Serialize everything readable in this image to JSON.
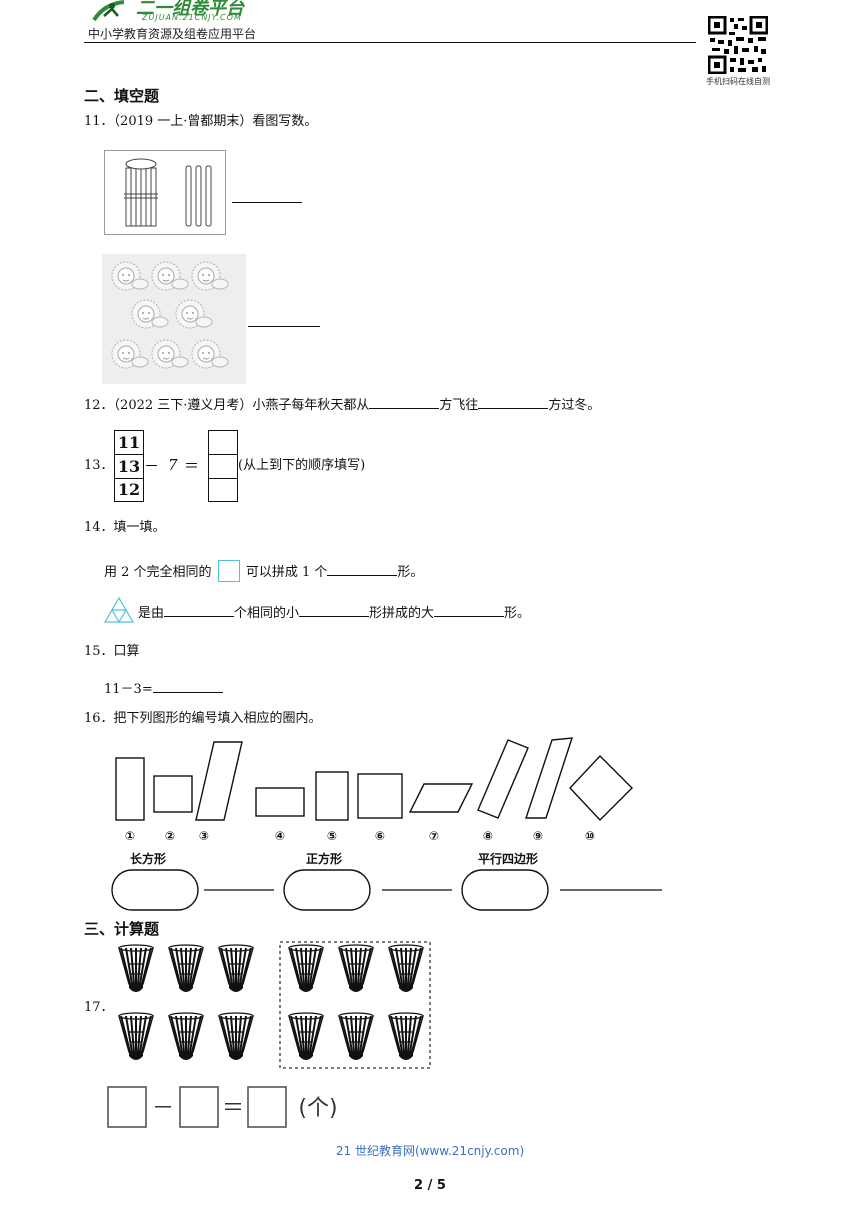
{
  "header": {
    "logo_brand": "二一组卷平台",
    "logo_url": "ZUJUAN.21CNJY.COM",
    "subtitle": "中小学教育资源及组卷应用平台",
    "qr_caption": "手机扫码在线自测"
  },
  "section2": {
    "title": "二、填空题",
    "q11": {
      "number": "11．",
      "text": "（2019 一上·曾都期末）看图写数。"
    },
    "q12": {
      "number": "12．",
      "part1": "（2022 三下·遵义月考）小燕子每年秋天都从",
      "part2": "方飞往",
      "part3": "方过冬。"
    },
    "q13": {
      "number": "13．",
      "cards": [
        "11",
        "13",
        "12"
      ],
      "operator": "－",
      "operand": "7",
      "equals": "＝",
      "note": "(从上到下的顺序填写)"
    },
    "q14": {
      "number": "14．",
      "text": "填一填。",
      "line1_a": "用 2 个完全相同的",
      "line1_b": "可以拼成 1 个",
      "line1_c": "形。",
      "line2_a": "是由",
      "line2_b": "个相同的小",
      "line2_c": "形拼成的大",
      "line2_d": "形。"
    },
    "q15": {
      "number": "15．",
      "text": "口算",
      "expr": "11－3="
    },
    "q16": {
      "number": "16．",
      "text": "把下列图形的编号填入相应的圈内。",
      "numbers": [
        "①",
        "②",
        "③",
        "④",
        "⑤",
        "⑥",
        "⑦",
        "⑧",
        "⑨",
        "⑩"
      ],
      "categories": [
        "长方形",
        "正方形",
        "平行四边形"
      ]
    }
  },
  "section3": {
    "title": "三、计算题",
    "q17": {
      "number": "17．",
      "op": "－",
      "eq": "＝",
      "unit": "(个)"
    }
  },
  "footer": {
    "site": "21 世纪教育网(www.21cnjy.com)",
    "page": "2 / 5"
  }
}
